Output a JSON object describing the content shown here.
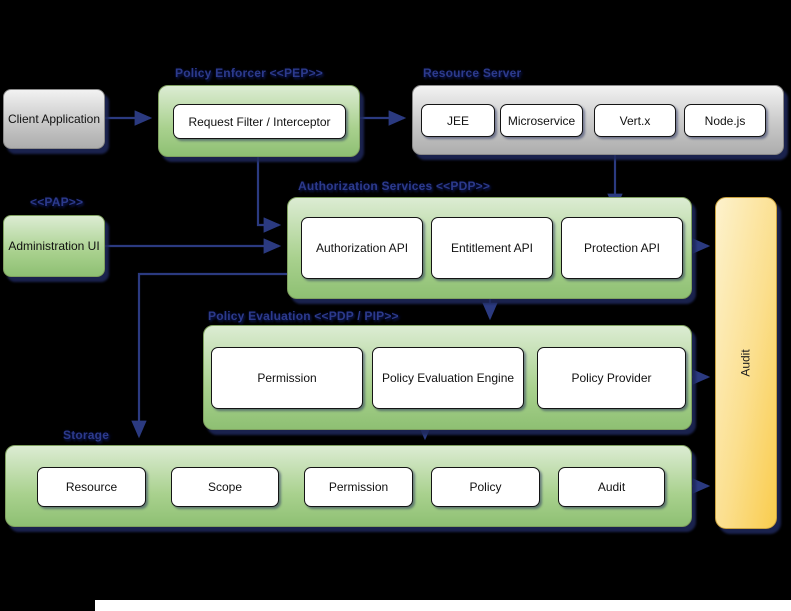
{
  "diagram": {
    "client_application": {
      "label": "Client Application"
    },
    "policy_enforcer": {
      "title": "Policy Enforcer <<PEP>>",
      "request_filter": "Request Filter / Interceptor"
    },
    "resource_server": {
      "title": "Resource Server",
      "items": [
        "JEE",
        "Microservice",
        "Vert.x",
        "Node.js"
      ]
    },
    "administration_ui": {
      "stereotype": "<<PAP>>",
      "label": "Administration UI"
    },
    "authorization_services": {
      "title": "Authorization Services <<PDP>>",
      "items": [
        "Authorization API",
        "Entitlement API",
        "Protection API"
      ]
    },
    "policy_evaluation": {
      "title": "Policy Evaluation <<PDP / PIP>>",
      "items": [
        "Permission",
        "Policy Evaluation Engine",
        "Policy Provider"
      ]
    },
    "storage": {
      "title": "Storage",
      "items": [
        "Resource",
        "Scope",
        "Permission",
        "Policy",
        "Audit"
      ]
    },
    "audit": {
      "label": "Audit"
    }
  },
  "colors": {
    "background": "#000000",
    "connector": "#2b3a80",
    "label_text": "#2c3a8c",
    "green_top": "#dcecd3",
    "green_bottom": "#8ec073",
    "gray_top": "#f2f2f2",
    "gray_bottom": "#adadad",
    "yellow_light": "#fdf2cd",
    "yellow_dark": "#f9cc4d",
    "box_fill": "#ffffff"
  }
}
